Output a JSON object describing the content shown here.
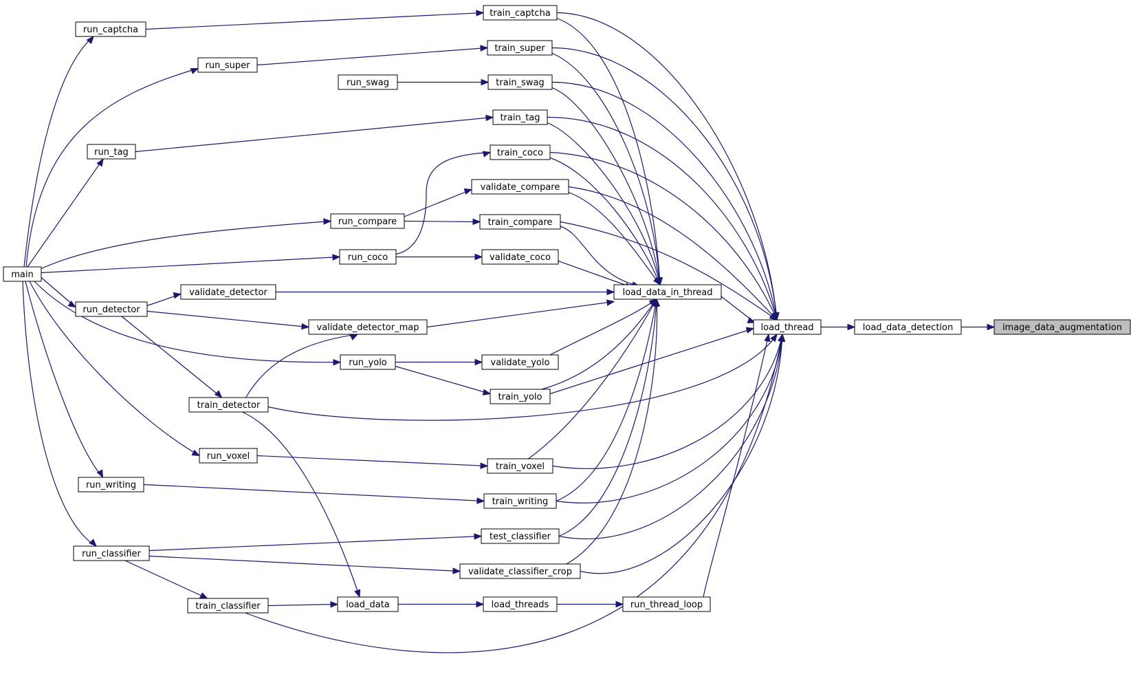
{
  "graph": {
    "colors": {
      "edge": "#191970",
      "node_border": "#000000",
      "node_fill": "#ffffff",
      "highlight_fill": "#bfbfbf"
    },
    "nodes": {
      "image_data_augmentation": "image_data_augmentation",
      "load_data_detection": "load_data_detection",
      "load_thread": "load_thread",
      "load_data_in_thread": "load_data_in_thread",
      "run_thread_loop": "run_thread_loop",
      "load_threads": "load_threads",
      "load_data": "load_data",
      "train_captcha": "train_captcha",
      "train_super": "train_super",
      "train_swag": "train_swag",
      "train_tag": "train_tag",
      "train_coco": "train_coco",
      "validate_compare": "validate_compare",
      "train_compare": "train_compare",
      "validate_coco": "validate_coco",
      "validate_detector": "validate_detector",
      "validate_detector_map": "validate_detector_map",
      "validate_yolo": "validate_yolo",
      "train_yolo": "train_yolo",
      "train_detector": "train_detector",
      "train_voxel": "train_voxel",
      "train_writing": "train_writing",
      "test_classifier": "test_classifier",
      "validate_classifier_crop": "validate_classifier_crop",
      "train_classifier": "train_classifier",
      "run_captcha": "run_captcha",
      "run_super": "run_super",
      "run_swag": "run_swag",
      "run_tag": "run_tag",
      "run_compare": "run_compare",
      "run_coco": "run_coco",
      "run_detector": "run_detector",
      "run_yolo": "run_yolo",
      "run_voxel": "run_voxel",
      "run_writing": "run_writing",
      "run_classifier": "run_classifier",
      "main": "main"
    }
  }
}
